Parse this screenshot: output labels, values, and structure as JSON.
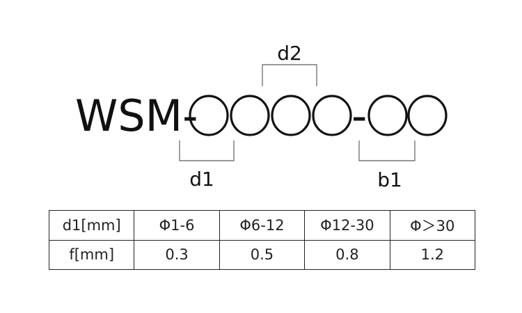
{
  "code": {
    "prefix": "WSM-",
    "separator": "-",
    "group1_slots": 4,
    "group2_slots": 2
  },
  "labels": {
    "d1": "d1",
    "d2": "d2",
    "b1": "b1"
  },
  "table": {
    "rows": [
      [
        "d1[mm]",
        "Φ1-6",
        "Φ6-12",
        "Φ12-30",
        "Φ＞30"
      ],
      [
        "f[mm]",
        "0.3",
        "0.5",
        "0.8",
        "1.2"
      ]
    ]
  },
  "colors": {
    "text": "#111111",
    "bracket": "#777777",
    "background": "#ffffff"
  }
}
